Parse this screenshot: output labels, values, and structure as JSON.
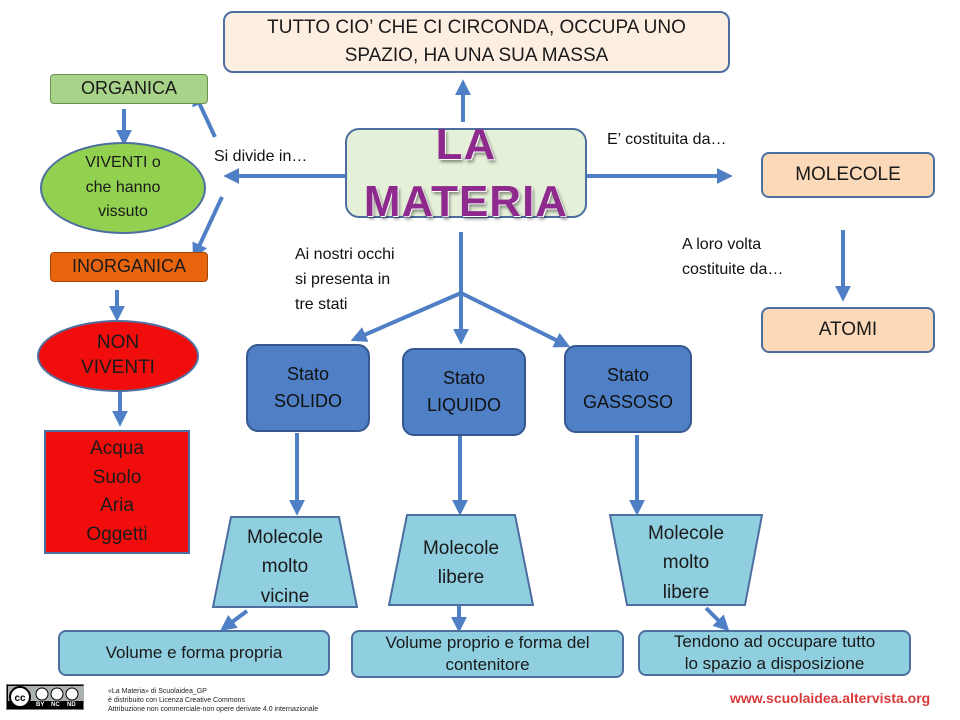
{
  "top_box": {
    "line1": "TUTTO CIO’ CHE CI CIRCONDA, OCCUPA UNO",
    "line2": "SPAZIO, HA UNA SUA MASSA"
  },
  "center": {
    "title": "LA MATERIA"
  },
  "left": {
    "organica": "ORGANICA",
    "viventi": [
      "VIVENTI o",
      "che hanno",
      "vissuto"
    ],
    "inorganica": "INORGANICA",
    "non_viventi": [
      "NON",
      "VIVENTI"
    ],
    "examples": [
      "Acqua",
      "Suolo",
      "Aria",
      "Oggetti"
    ]
  },
  "labels": {
    "si_divide": "Si divide in…",
    "costituita": "E’ costituita da…",
    "occhi": [
      "Ai nostri occhi",
      "si presenta in",
      "tre stati"
    ],
    "a_loro": [
      "A loro volta",
      "costituite da…"
    ]
  },
  "right": {
    "molecole": "MOLECOLE",
    "atomi": "ATOMI"
  },
  "states": [
    {
      "line1": "Stato",
      "line2": "SOLIDO"
    },
    {
      "line1": "Stato",
      "line2": "LIQUIDO"
    },
    {
      "line1": "Stato",
      "line2": "GASSOSO"
    }
  ],
  "molecules": [
    [
      "Molecole",
      "molto",
      "vicine"
    ],
    [
      "Molecole",
      "libere"
    ],
    [
      "Molecole",
      "molto",
      "libere"
    ]
  ],
  "volumes": [
    [
      "Volume e forma propria"
    ],
    [
      "Volume proprio e  forma del",
      "contenitore"
    ],
    [
      "Tendono ad occupare tutto",
      "lo spazio a disposizione"
    ]
  ],
  "footer": {
    "license_badge": [
      "BY",
      "NC",
      "ND"
    ],
    "license_lines": [
      "«La Materia»  di Scuolaidea_GP",
      "è distribuito con Licenza  Creative  Commons",
      "Attribuzione non commerciale-non  opere derivate  4.0 internazionale"
    ],
    "site": "www.scuolaidea.altervista.org"
  },
  "colors": {
    "arrow": "#4f7fc4",
    "title": "#8e2a8e",
    "peach": "#fbd9b9",
    "state_blue": "#4f7fc4",
    "light_blue": "#8fcfe0",
    "red": "#f20d0d",
    "green": "#a8d48a",
    "orange": "#e8650e"
  }
}
